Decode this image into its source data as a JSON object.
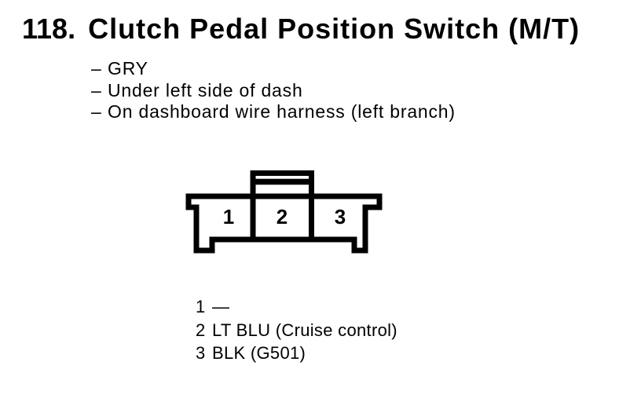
{
  "header": {
    "number": "118.",
    "title": "Clutch Pedal Position Switch (M/T)"
  },
  "details": {
    "bullet": "–",
    "items": [
      "GRY",
      "Under left side of dash",
      "On dashboard wire harness (left branch)"
    ]
  },
  "connector": {
    "pin_labels": [
      "1",
      "2",
      "3"
    ]
  },
  "legend": {
    "rows": [
      {
        "pin": "1",
        "wire": "—"
      },
      {
        "pin": "2",
        "wire": "LT BLU (Cruise control)"
      },
      {
        "pin": "3",
        "wire": "BLK (G501)"
      }
    ]
  },
  "colors": {
    "ink": "#000000",
    "paper": "#ffffff"
  }
}
